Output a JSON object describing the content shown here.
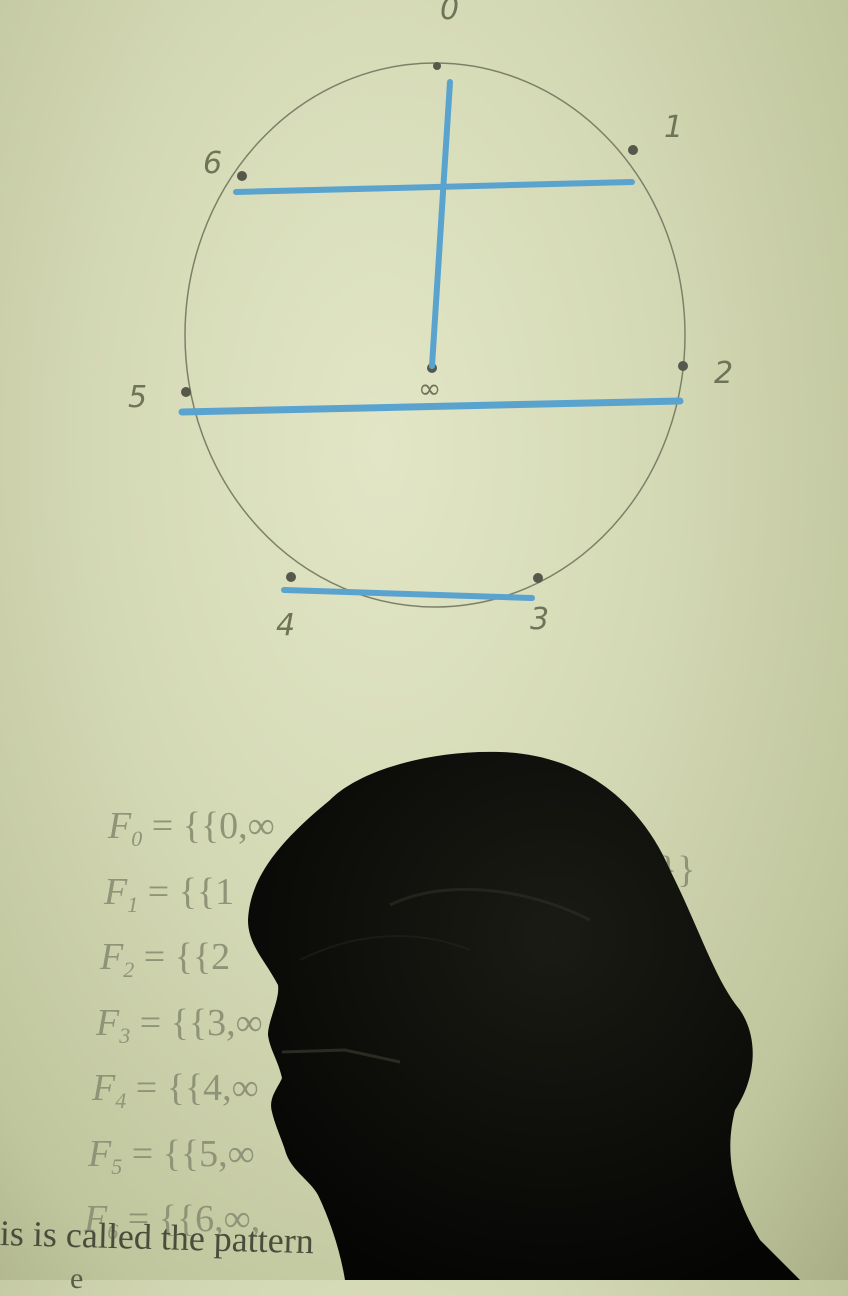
{
  "diagram": {
    "points": [
      {
        "label": "0"
      },
      {
        "label": "1"
      },
      {
        "label": "2"
      },
      {
        "label": "3"
      },
      {
        "label": "4"
      },
      {
        "label": "5"
      },
      {
        "label": "6"
      },
      {
        "label": "∞"
      }
    ]
  },
  "formulas": [
    {
      "prefix": "F",
      "sub": "0",
      "text": "= {{0,∞"
    },
    {
      "prefix": "F",
      "sub": "1",
      "text": "= {{1"
    },
    {
      "prefix": "F",
      "sub": "2",
      "text": "= {{2"
    },
    {
      "prefix": "F",
      "sub": "3",
      "text": "= {{3,∞"
    },
    {
      "prefix": "F",
      "sub": "4",
      "text": "= {{4,∞"
    },
    {
      "prefix": "F",
      "sub": "5",
      "text": "= {{5,∞"
    },
    {
      "prefix": "F",
      "sub": "6",
      "text": "= {{6,∞,"
    }
  ],
  "right_fragment": "5}}",
  "caption": "is is called the pattern",
  "caption2": "e    ",
  "colors": {
    "chord": "#5aa3cf",
    "circle": "#7d8068",
    "silhouette": "#0b0c08"
  }
}
